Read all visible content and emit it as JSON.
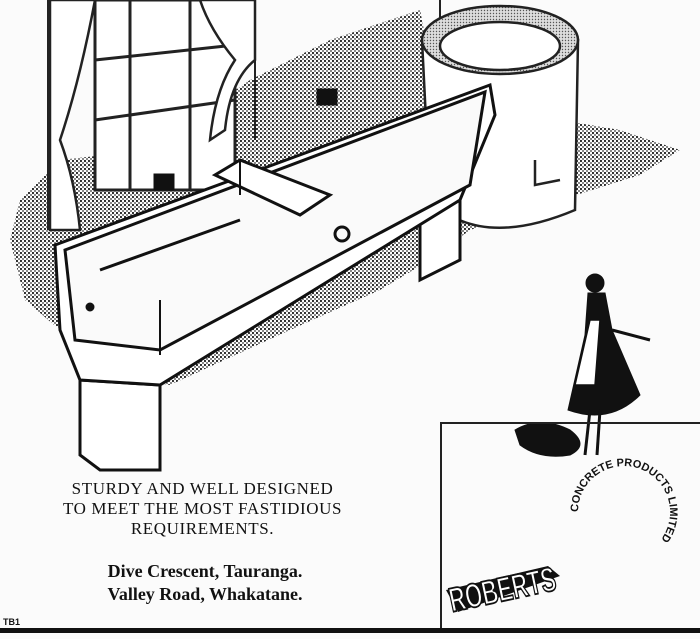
{
  "tagline": {
    "line1": "STURDY AND WELL DESIGNED",
    "line2": "TO MEET THE MOST FASTIDIOUS",
    "line3": "REQUIREMENTS."
  },
  "addresses": [
    "Dive Crescent, Tauranga.",
    "Valley Road, Whakatane."
  ],
  "ad_code": "TB1",
  "logo": {
    "brand": "ROBERTS",
    "arc_text": "CONCRETE PRODUCTS LIMITED"
  }
}
